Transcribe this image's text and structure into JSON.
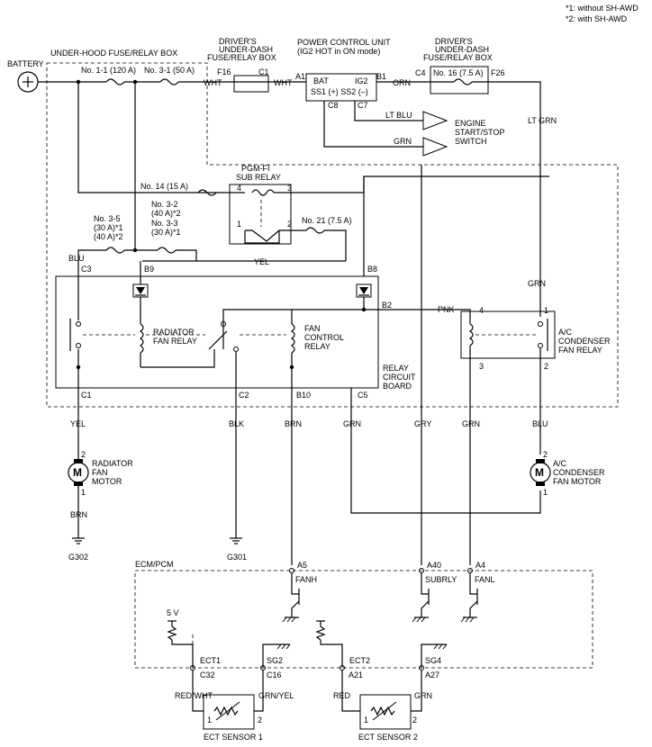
{
  "notes": [
    "*1: without SH-AWD",
    "*2: with SH-AWD"
  ],
  "battery": "BATTERY",
  "boxes": {
    "underhood": "UNDER-HOOD FUSE/RELAY BOX",
    "dash1": [
      "DRIVER'S",
      "UNDER-DASH",
      "FUSE/RELAY BOX"
    ],
    "pcu": [
      "POWER CONTROL UNIT",
      "(IG2 HOT in ON mode)"
    ],
    "dash2": [
      "DRIVER'S",
      "UNDER-DASH",
      "FUSE/RELAY BOX"
    ],
    "pgm": [
      "PGM-FI",
      "SUB RELAY"
    ],
    "relay_board": [
      "RELAY",
      "CIRCUIT",
      "BOARD"
    ],
    "ecm": "ECM/PCM",
    "engine_switch": [
      "ENGINE",
      "START/STOP",
      "SWITCH"
    ]
  },
  "fuses": {
    "f1": "No. 1-1 (120 A)",
    "f2": "No. 3-1 (50 A)",
    "f16": "No. 16 (7.5 A)",
    "f14": "No. 14 (15 A)",
    "f21": "No. 21 (7.5 A)",
    "f35": [
      "No. 3-5",
      "(30 A)*1",
      "(40 A)*2"
    ],
    "f32": [
      "No. 3-2",
      "(40 A)*2",
      "No. 3-3",
      "(30 A)*1"
    ]
  },
  "relays": {
    "radiator": [
      "RADIATOR",
      "FAN RELAY"
    ],
    "fan_control": [
      "FAN",
      "CONTROL",
      "RELAY"
    ],
    "ac": [
      "A/C",
      "CONDENSER",
      "FAN RELAY"
    ]
  },
  "motors": {
    "radiator": [
      "RADIATOR",
      "FAN",
      "MOTOR"
    ],
    "ac": [
      "A/C",
      "CONDENSER",
      "FAN MOTOR"
    ]
  },
  "sensors": [
    "ECT SENSOR 1",
    "ECT SENSOR 2"
  ],
  "grounds": [
    "G302",
    "G301"
  ],
  "wire_colors": {
    "wht1": "WHT",
    "wht2": "WHT",
    "orn": "ORN",
    "ltblu": "LT BLU",
    "grn_sw": "GRN",
    "ltgrn": "LT GRN",
    "blu_top": "BLU",
    "yel_mid": "YEL",
    "grn_right": "GRN",
    "pnk": "PNK",
    "yel": "YEL",
    "blk": "BLK",
    "brn": "BRN",
    "grn1": "GRN",
    "gry": "GRY",
    "grn2": "GRN",
    "blu": "BLU",
    "brn_g": "BRN",
    "redwht": "RED/WHT",
    "grnyel": "GRN/YEL",
    "red": "RED",
    "grn_s2": "GRN"
  },
  "connectors": {
    "f16": "F16",
    "c1": "C1",
    "a1": "A1",
    "b1": "B1",
    "c4": "C4",
    "f26": "F26",
    "c8": "C8",
    "c7": "C7",
    "bat": "BAT",
    "ig2": "IG2",
    "ss": "SS1 (+) SS2 (–)",
    "c3": "C3",
    "b9": "B9",
    "b8": "B8",
    "b2": "B2",
    "c1b": "C1",
    "c2": "C2",
    "b10": "B10",
    "c5": "C5",
    "a5": "A5",
    "a40": "A40",
    "a4": "A4",
    "c32": "C32",
    "c16": "C16",
    "a21": "A21",
    "a27": "A27"
  },
  "pins": {
    "p4": "4",
    "p3": "3",
    "p1": "1",
    "p2": "2",
    "ac4": "4",
    "ac1": "1",
    "ac3": "3",
    "ac2": "2",
    "m2": "2",
    "m1": "1",
    "acm2": "2",
    "acm1": "1",
    "s1a": "1",
    "s1b": "2",
    "s2a": "1",
    "s2b": "2"
  },
  "ecm_signals": [
    "FANH",
    "SUBRLY",
    "FANL",
    "ECT1",
    "SG2",
    "ECT2",
    "SG4"
  ],
  "five_v": "5 V",
  "motor_symbol": "M"
}
